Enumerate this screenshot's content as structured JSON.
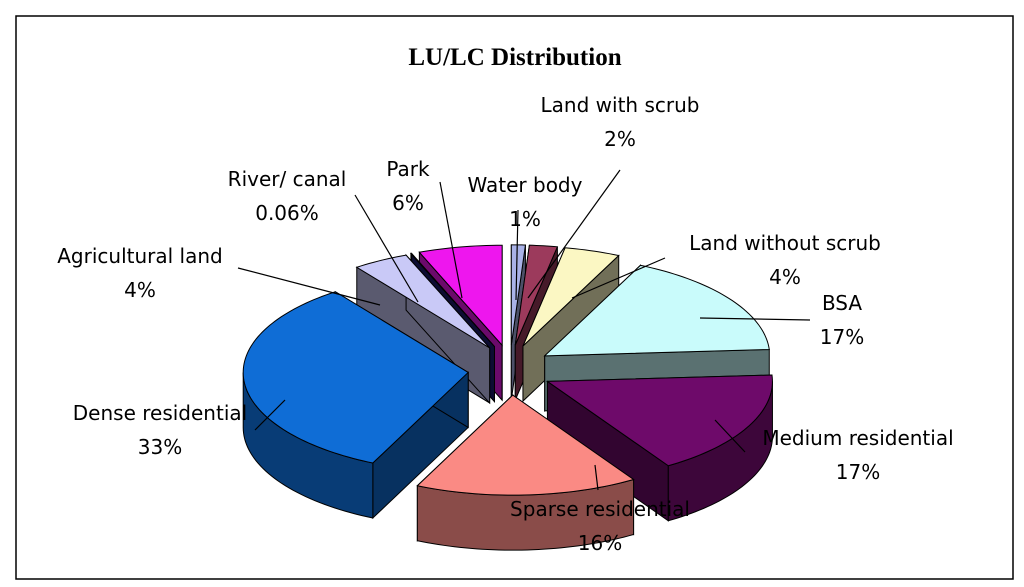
{
  "chart_data": {
    "type": "pie",
    "title": "LU/LC Distribution",
    "slices": [
      {
        "label": "Water body",
        "percent_label": "1%",
        "value": 1,
        "color": "#a9b2e8"
      },
      {
        "label": "Land with scrub",
        "percent_label": "2%",
        "value": 2,
        "color": "#9c3a5c"
      },
      {
        "label": "Land without scrub",
        "percent_label": "4%",
        "value": 4,
        "color": "#fbf7c3"
      },
      {
        "label": "BSA",
        "percent_label": "17%",
        "value": 17,
        "color": "#c9fbfb"
      },
      {
        "label": "Medium residential",
        "percent_label": "17%",
        "value": 17,
        "color": "#6e0a6a"
      },
      {
        "label": "Sparse residential",
        "percent_label": "16%",
        "value": 16,
        "color": "#fa8a84"
      },
      {
        "label": "Dense residential",
        "percent_label": "33%",
        "value": 33,
        "color": "#0f6dd6"
      },
      {
        "label": "Agricultural land",
        "percent_label": "4%",
        "value": 4,
        "color": "#c9c9f7"
      },
      {
        "label": "River/ canal",
        "percent_label": "0.06%",
        "value": 0.06,
        "color": "#1a1a6e"
      },
      {
        "label": "Park",
        "percent_label": "6%",
        "value": 6,
        "color": "#ee16ee"
      }
    ]
  }
}
